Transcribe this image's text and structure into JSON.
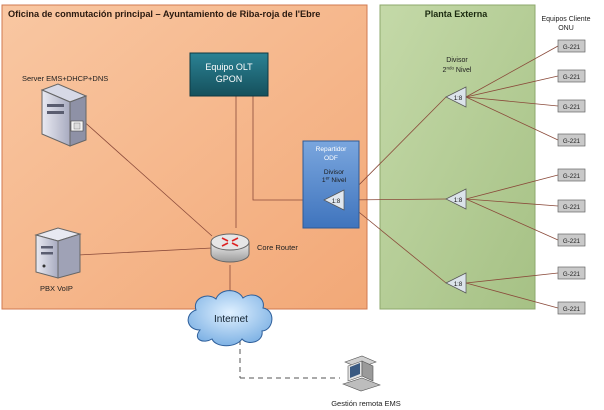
{
  "central_office": {
    "title": "Oficina de conmutación principal – Ayuntamiento de Riba-roja de l'Ebre",
    "olt": {
      "line1": "Equipo OLT",
      "line2": "GPON"
    },
    "server": {
      "label": "Server EMS+DHCP+DNS",
      "icon": "server-tower-icon"
    },
    "pbx": {
      "label": "PBX VoIP",
      "icon": "server-tower-icon"
    },
    "router": {
      "label": "Core Router",
      "icon": "router-icon"
    },
    "odf": {
      "line1": "Repartidor",
      "line2": "ODF"
    },
    "splitter1": {
      "line1": "Divisor",
      "line2_base": "1",
      "line2_sup": "er",
      "line2_rest": " Nivel",
      "ratio": "1:8"
    },
    "internet": {
      "label": "Internet",
      "icon": "cloud-icon"
    },
    "remote": {
      "label": "Gestión remota EMS",
      "icon": "computer-icon"
    }
  },
  "external_plant": {
    "title": "Planta Externa",
    "splitter2": {
      "line1": "Divisor",
      "line2_base": "2",
      "line2_sup": "ndo",
      "line2_rest": " Nivel"
    },
    "splitter_ratios": [
      "1:8",
      "1:8",
      "1:8"
    ]
  },
  "clients": {
    "header1": "Equipos Cliente",
    "header2": "ONU",
    "onu_labels": [
      "G-221",
      "G-221",
      "G-221",
      "G-221",
      "G-221",
      "G-221",
      "G-221",
      "G-221",
      "G-221"
    ]
  },
  "colors": {
    "office_fill": "#f6b98f",
    "plant_fill": "#b3cd93",
    "olt_fill": "#1f6a79",
    "odf_fill": "#5b8fd0",
    "onu_fill": "#c8c8c8",
    "line": "#8a4a3a"
  }
}
